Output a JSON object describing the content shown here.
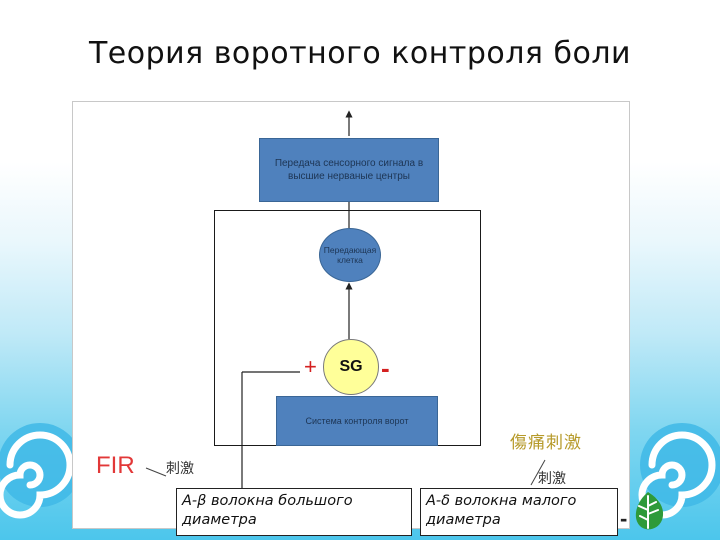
{
  "title": "Теория воротного контроля боли",
  "diagram": {
    "top_box": "Передача сенсорного сигнала в высшие нерваные центры",
    "relay_cell": "Передающая клетка",
    "sg_label": "SG",
    "plus_sign": "+",
    "minus_sign": "-",
    "gate_box": "Система контроля ворот"
  },
  "fibers": {
    "large": "А-β волокна большого диаметра",
    "small": "А-δ волокна малого диаметра"
  },
  "overlay": {
    "fir": "FIR",
    "stimulus_left": "刺激",
    "pain_stimulus": "傷痛刺激",
    "stimulus_right": "刺激",
    "dash": "-"
  },
  "colors": {
    "box_fill": "#4f81bd",
    "sg_fill": "#ffff99",
    "sign_color": "#d42020",
    "fir_color": "#e23838"
  }
}
